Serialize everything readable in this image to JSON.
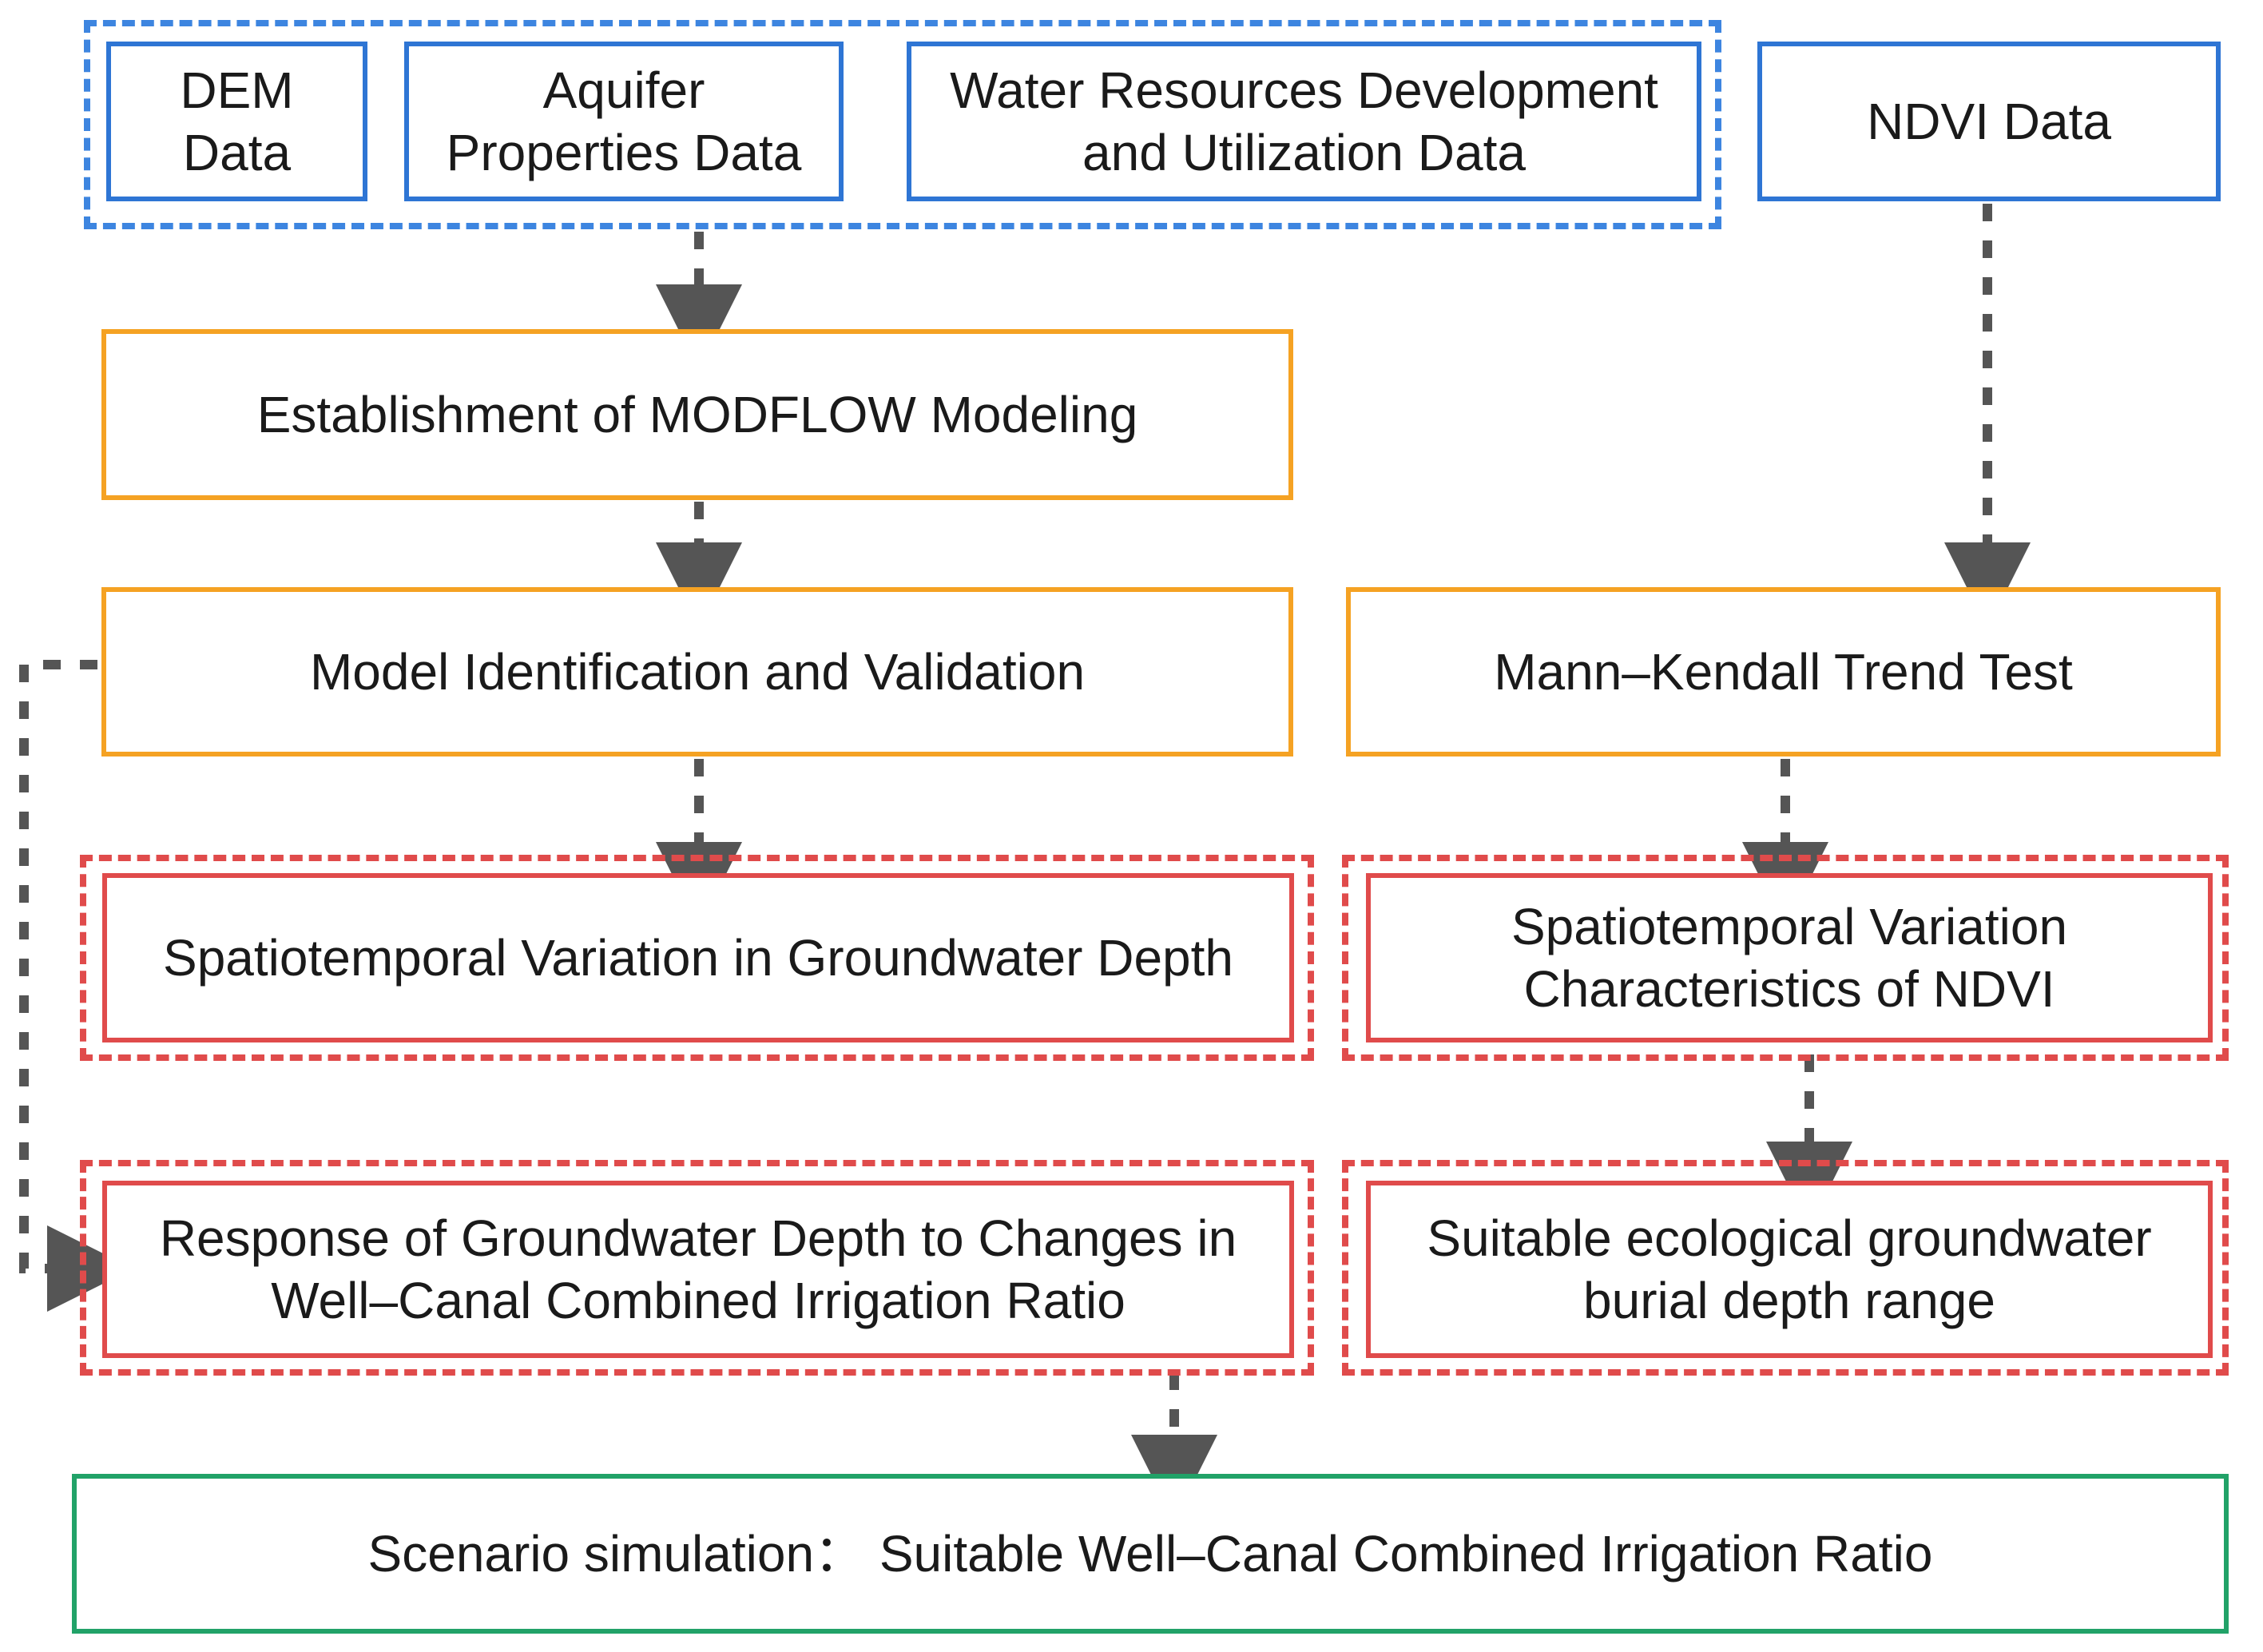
{
  "diagram": {
    "title": "Research framework flowchart",
    "colors": {
      "data_blue": "#2E75D4",
      "method_orange": "#F5A223",
      "result_red": "#E04B4B",
      "outcome_green": "#21A268",
      "connector_gray": "#555555",
      "text": "#1a1a1a"
    },
    "groups": {
      "data_group_label": "input-data-group",
      "results_group_1_label": "spatiotemporal-results-group",
      "results_group_2_label": "response-results-group"
    },
    "nodes": {
      "dem_data": "DEM Data",
      "aquifer_properties_data": "Aquifer\nProperties Data",
      "aquifer_properties_line1": "Aquifer",
      "aquifer_properties_line2": "Properties Data",
      "water_resources_line1": "Water Resources Development",
      "water_resources_line2": "and Utilization Data",
      "ndvi_data": "NDVI Data",
      "modflow_modeling": "Establishment of MODFLOW Modeling",
      "model_identification": "Model Identification and Validation",
      "mann_kendall": "Mann–Kendall Trend Test",
      "gw_depth_variation": "Spatiotemporal Variation in Groundwater Depth",
      "ndvi_variation_line1": "Spatiotemporal Variation",
      "ndvi_variation_line2": "Characteristics of NDVI",
      "gw_response_line1": "Response of Groundwater Depth to Changes in",
      "gw_response_line2": "Well–Canal Combined Irrigation Ratio",
      "eco_depth_line1": "Suitable ecological groundwater",
      "eco_depth_line2": "burial depth range",
      "scenario_simulation": "Scenario simulation：  Suitable Well–Canal Combined Irrigation Ratio"
    },
    "edges": [
      {
        "name": "data-to-modflow",
        "from": "input-data-group",
        "to": "modflow_modeling",
        "style": "dashed-arrow-down"
      },
      {
        "name": "ndvi-to-mannkendall",
        "from": "ndvi_data",
        "to": "mann_kendall",
        "style": "dashed-arrow-down"
      },
      {
        "name": "modflow-to-identification",
        "from": "modflow_modeling",
        "to": "model_identification",
        "style": "dashed-arrow-down"
      },
      {
        "name": "identification-to-gwdepth",
        "from": "model_identification",
        "to": "gw_depth_variation",
        "style": "dashed-arrow-down"
      },
      {
        "name": "mannkendall-to-ndvivariation",
        "from": "mann_kendall",
        "to": "ndvi_variation",
        "style": "dashed-arrow-down"
      },
      {
        "name": "ndvivariation-to-ecodepth",
        "from": "ndvi_variation",
        "to": "eco_depth",
        "style": "dashed-arrow-down"
      },
      {
        "name": "identification-feedback-to-response",
        "from": "model_identification",
        "to": "gw_response",
        "style": "dashed-arrow-elbow-left"
      },
      {
        "name": "response-to-scenario",
        "from": "gw_response",
        "to": "scenario_simulation",
        "style": "dashed-arrow-down"
      }
    ]
  }
}
